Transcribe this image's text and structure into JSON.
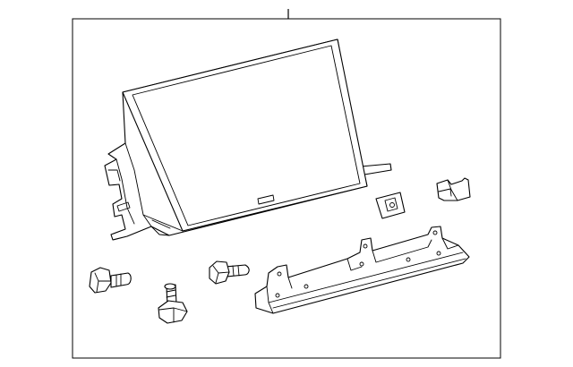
{
  "diagram": {
    "type": "exploded-parts-diagram",
    "parts": [
      {
        "name": "display-unit",
        "icon": "display-screen-icon"
      },
      {
        "name": "retainer-clip-left",
        "icon": "clip-icon"
      },
      {
        "name": "retainer-clip-right",
        "icon": "clip-icon"
      },
      {
        "name": "mounting-bracket",
        "icon": "bracket-icon"
      },
      {
        "name": "bolt-left",
        "icon": "bolt-icon"
      },
      {
        "name": "bolt-center",
        "icon": "bolt-icon"
      },
      {
        "name": "bolt-right",
        "icon": "bolt-icon"
      }
    ],
    "colors": {
      "line": "#000000",
      "background": "#ffffff"
    }
  }
}
